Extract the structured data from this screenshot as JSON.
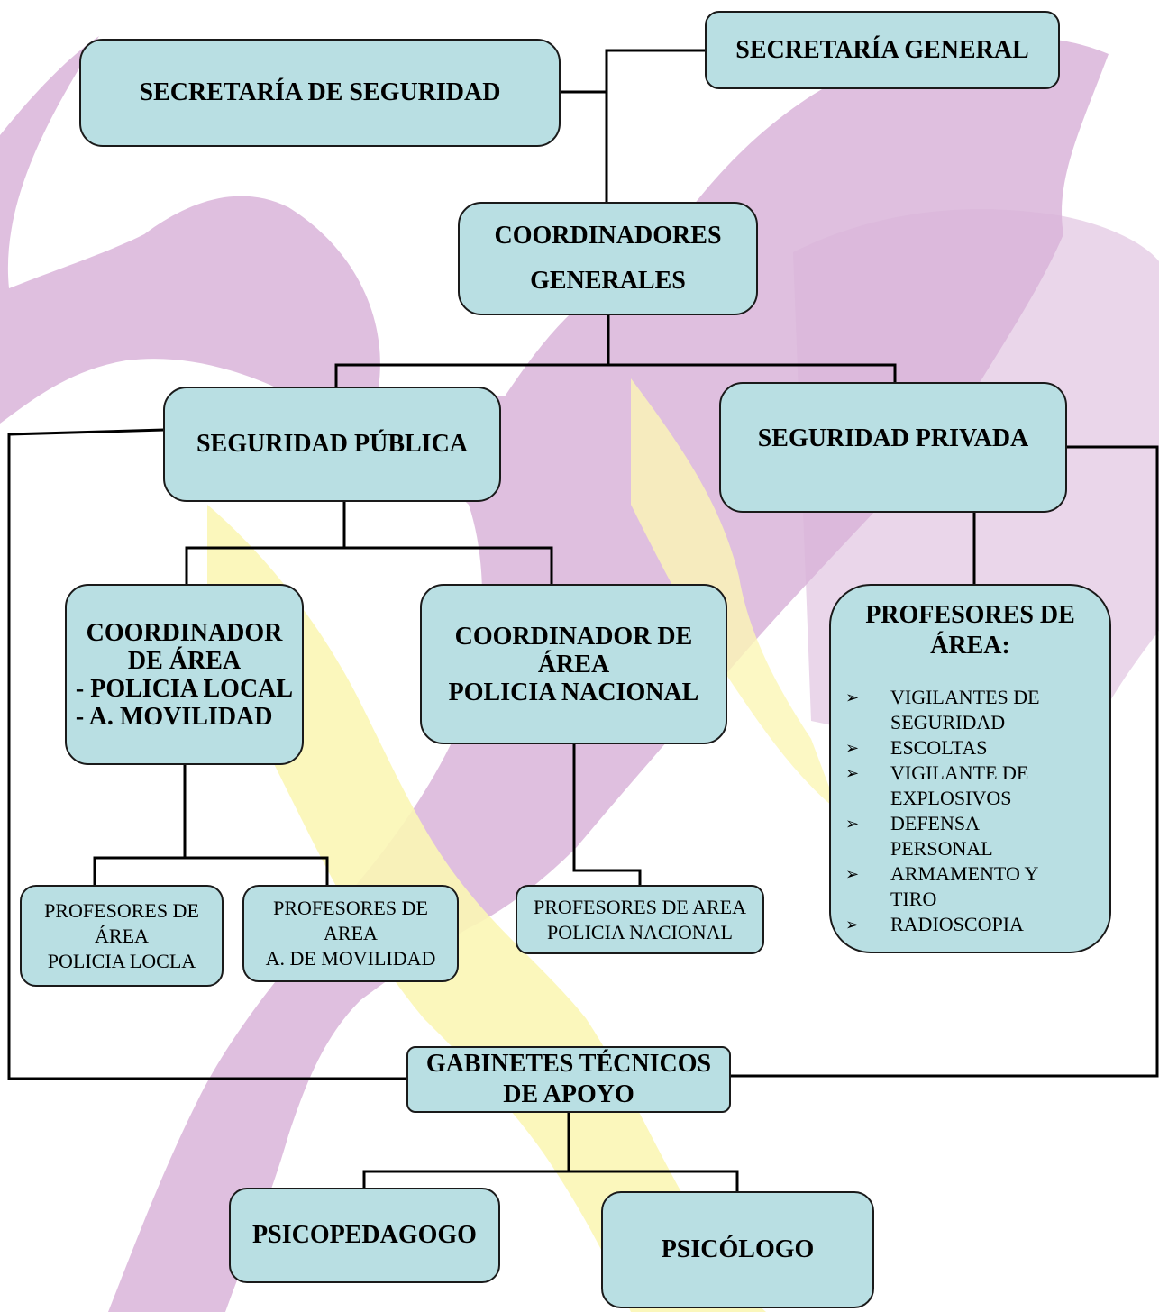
{
  "colors": {
    "box_fill": "#b9dfe3",
    "watermark_purple": "#d9b4d9",
    "watermark_yellow": "#fbf6b5"
  },
  "watermark": "decorative-brush-x",
  "boxes": {
    "secretaria_seguridad": "SECRETARÍA DE SEGURIDAD",
    "secretaria_general": "SECRETARÍA GENERAL",
    "coordinadores_generales": [
      "COORDINADORES",
      "GENERALES"
    ],
    "seguridad_publica": "SEGURIDAD PÚBLICA",
    "seguridad_privada": "SEGURIDAD PRIVADA",
    "coordinador_local": [
      "COORDINADOR",
      "DE ÁREA",
      "- POLICIA LOCAL",
      "- A. MOVILIDAD"
    ],
    "coordinador_nacional": [
      "COORDINADOR DE",
      "ÁREA",
      "POLICIA NACIONAL"
    ],
    "profesores_privada": {
      "title": [
        "PROFESORES DE",
        "ÁREA:"
      ],
      "bullet": "➢",
      "items": [
        [
          "VIGILANTES DE",
          "SEGURIDAD"
        ],
        [
          "ESCOLTAS"
        ],
        [
          "VIGILANTE DE",
          "EXPLOSIVOS"
        ],
        [
          "DEFENSA",
          "PERSONAL"
        ],
        [
          "ARMAMENTO Y",
          "TIRO"
        ],
        [
          "RADIOSCOPIA"
        ]
      ]
    },
    "profesores_local": [
      "PROFESORES DE",
      "ÁREA",
      "POLICIA LOCLA"
    ],
    "profesores_movilidad": [
      "PROFESORES DE",
      "AREA",
      "A. DE MOVILIDAD"
    ],
    "profesores_nacional": [
      "PROFESORES DE AREA",
      "POLICIA NACIONAL"
    ],
    "gabinetes": [
      "GABINETES TÉCNICOS",
      "DE APOYO"
    ],
    "psicopedagogo": "PSICOPEDAGOGO",
    "psicologo": "PSICÓLOGO"
  }
}
